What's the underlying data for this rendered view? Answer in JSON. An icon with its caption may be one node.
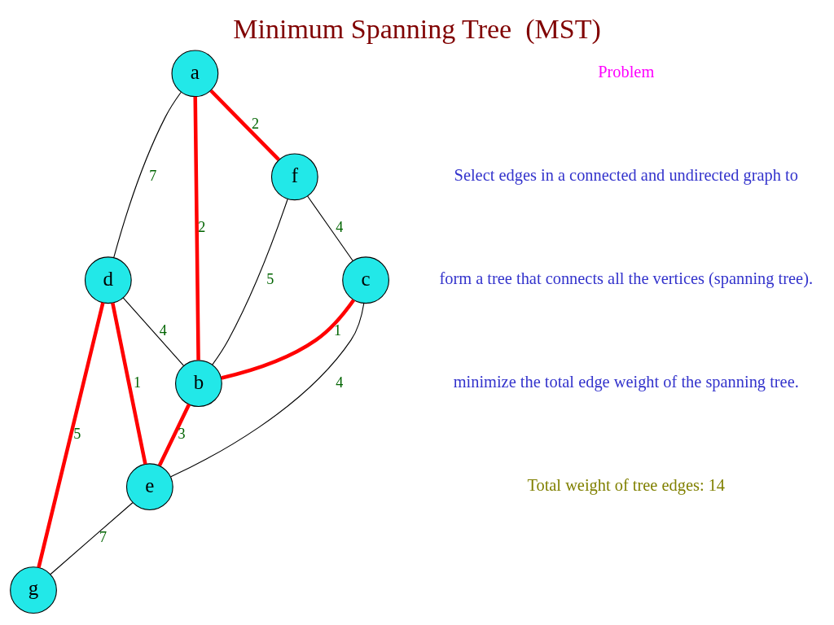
{
  "diagram": {
    "title": "Minimum Spanning Tree  (MST)",
    "nodes": [
      {
        "text": [
          "a"
        ]
      },
      {
        "text": [
          "d"
        ]
      },
      {
        "text": [
          "f"
        ]
      },
      {
        "text": [
          "b"
        ]
      },
      {
        "text": [
          "g"
        ]
      },
      {
        "text": [
          "c"
        ]
      },
      {
        "text": [
          "e"
        ]
      }
    ],
    "edges": [
      {
        "from": 0,
        "to": 1,
        "arrow": "none",
        "label": "7"
      },
      {
        "from": 0,
        "to": 2,
        "arrow": "none",
        "label": "2",
        "style": "thick",
        "color": "#ff0000"
      },
      {
        "from": 0,
        "to": 3,
        "arrow": "none",
        "label": "2",
        "style": "thick",
        "color": "#ff0000"
      },
      {
        "from": 2,
        "to": 3,
        "arrow": "none",
        "label": "5"
      },
      {
        "from": 1,
        "to": 3,
        "arrow": "none",
        "label": "4"
      },
      {
        "from": 1,
        "to": 4,
        "arrow": "none",
        "label": "5",
        "style": "thick",
        "color": "#ff0000"
      },
      {
        "from": 2,
        "to": 5,
        "arrow": "none",
        "label": "4"
      },
      {
        "from": 5,
        "to": 3,
        "arrow": "none",
        "label": "1",
        "style": "thick",
        "color": "#ff0000"
      },
      {
        "from": 3,
        "to": 6,
        "arrow": "none",
        "label": "3",
        "style": "thick",
        "color": "#ff0000"
      },
      {
        "from": 1,
        "to": 6,
        "arrow": "none",
        "label": "1",
        "style": "thick",
        "color": "#ff0000"
      },
      {
        "from": 5,
        "to": 6,
        "arrow": "none",
        "label": "4"
      },
      {
        "from": 6,
        "to": 4,
        "arrow": "none",
        "label": "7"
      }
    ],
    "labels": [
      "Problem",
      "Select edges in a connected and undirected graph to",
      "form a tree that connects all the vertices (spanning tree).",
      "minimize the total edge weight of the spanning tree.",
      "Total weight of tree edges: 14"
    ]
  }
}
